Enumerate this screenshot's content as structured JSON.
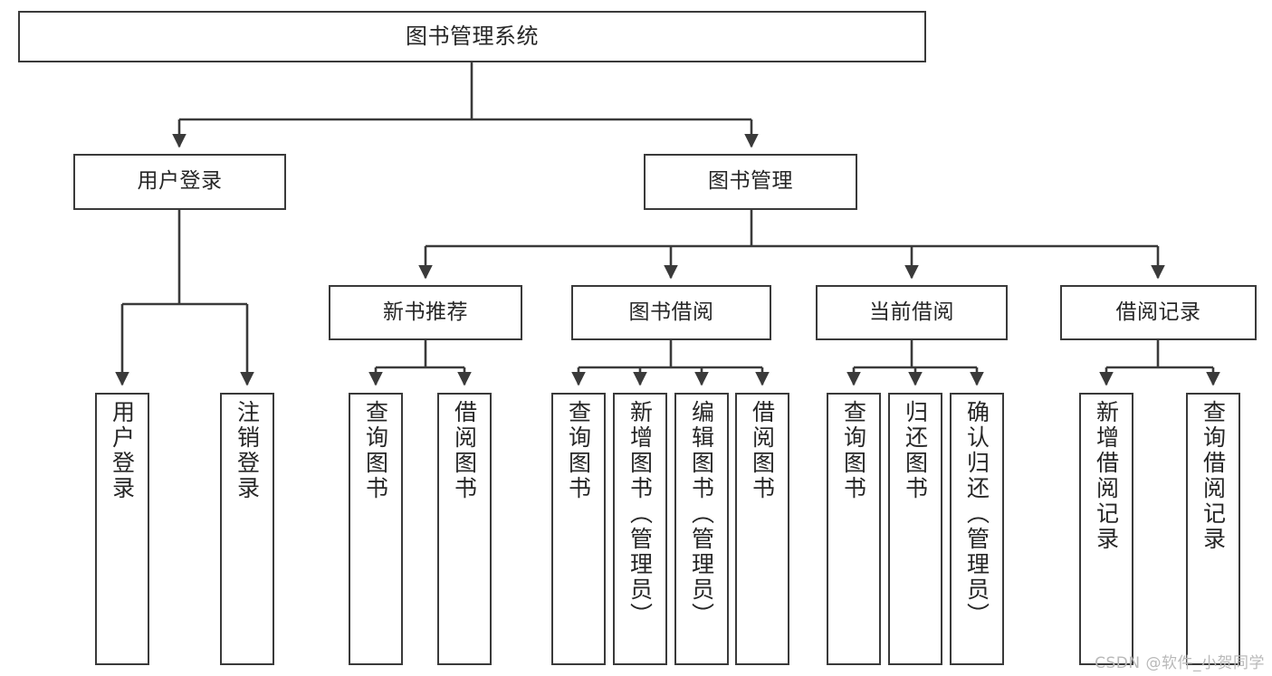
{
  "diagram": {
    "title": "图书管理系统",
    "type": "tree-hierarchy-diagram",
    "colors": {
      "box_border": "#3a3a3a",
      "box_fill": "#ffffff",
      "edge": "#3a3a3a",
      "text": "#262626",
      "background": "#ffffff",
      "watermark": "#b9b9b9"
    }
  },
  "nodes": {
    "root": {
      "label": "图书管理系统"
    },
    "level2": [
      {
        "label": "用户登录"
      },
      {
        "label": "图书管理"
      }
    ],
    "level3": [
      {
        "label": "新书推荐"
      },
      {
        "label": "图书借阅"
      },
      {
        "label": "当前借阅"
      },
      {
        "label": "借阅记录"
      }
    ],
    "leaves_user_login": [
      {
        "label": "用户登录"
      },
      {
        "label": "注销登录"
      }
    ],
    "leaves_new_book": [
      {
        "label": "查询图书"
      },
      {
        "label": "借阅图书"
      }
    ],
    "leaves_borrow": [
      {
        "label": "查询图书"
      },
      {
        "label": "新增图书（管理员）"
      },
      {
        "label": "编辑图书（管理员）"
      },
      {
        "label": "借阅图书"
      }
    ],
    "leaves_current": [
      {
        "label": "查询图书"
      },
      {
        "label": "归还图书"
      },
      {
        "label": "确认归还（管理员）"
      }
    ],
    "leaves_records": [
      {
        "label": "新增借阅记录"
      },
      {
        "label": "查询借阅记录"
      }
    ]
  },
  "watermark": {
    "text": "CSDN @软件_小贺同学"
  }
}
